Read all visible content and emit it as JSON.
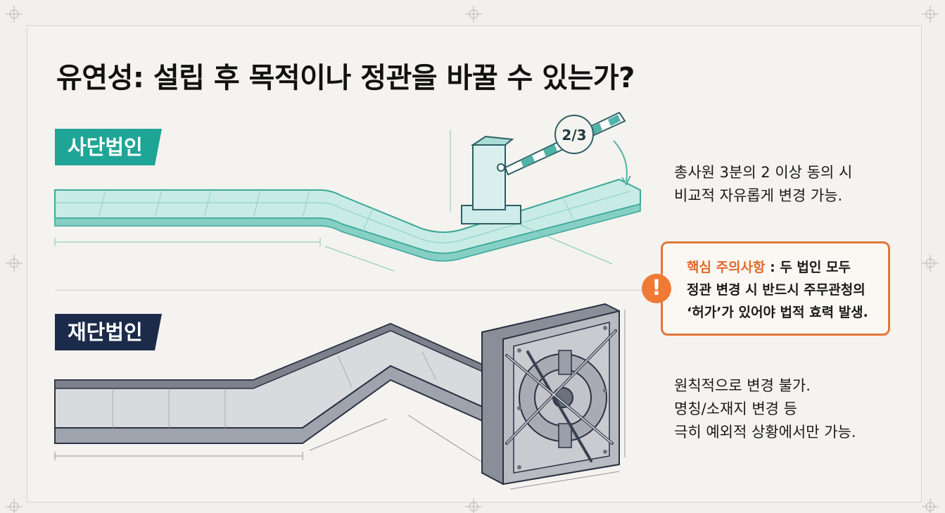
{
  "title": "유연성: 설립 후 목적이나 정관을 바꿀 수 있는가?",
  "sections": {
    "sadan": {
      "tag": "사단법인",
      "gate_label": "2/3",
      "description": [
        "총사원 3분의 2 이상 동의 시",
        "비교적 자유롭게 변경 가능."
      ]
    },
    "jaedan": {
      "tag": "재단법인",
      "description": [
        "원칙적으로 변경 불가.",
        "명칭/소재지 변경 등",
        "극히 예외적 상황에서만 가능."
      ]
    }
  },
  "warning": {
    "icon": "exclamation-icon",
    "label": "핵심 주의사항",
    "text_first": " : 두 법인 모두",
    "lines": [
      "정관 변경 시 반드시 주무관청의",
      "‘허가’가 있어야 법적 효력 발생."
    ]
  },
  "colors": {
    "teal": "#1fa596",
    "navy": "#1c2b4a",
    "orange": "#e2763a",
    "teal_track": "#bfe5df",
    "stone": "#9fa3ad"
  }
}
